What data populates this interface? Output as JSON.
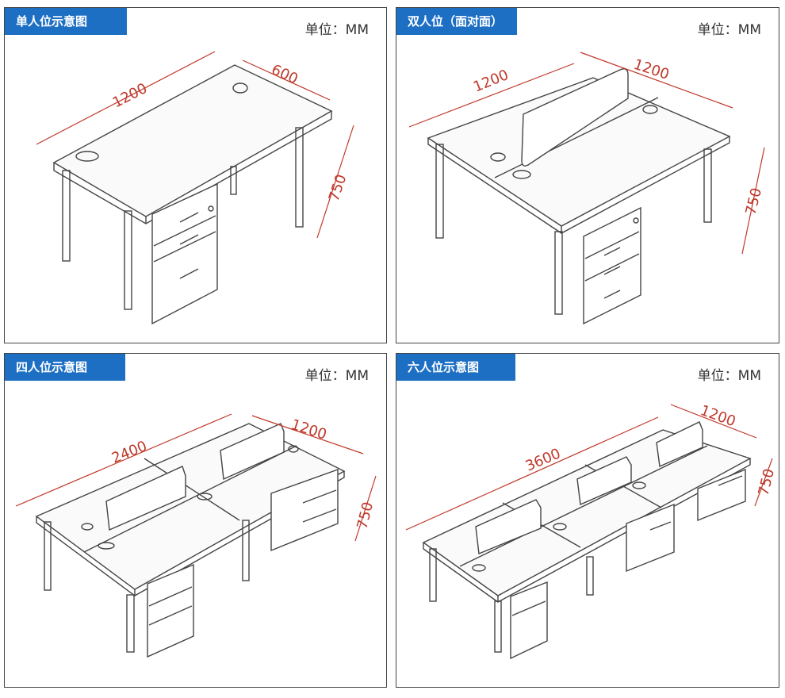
{
  "panels": [
    {
      "title": "单人位示意图",
      "unit": "单位：MM",
      "dims": {
        "length": "1200",
        "depth": "600",
        "height": "750"
      }
    },
    {
      "title": "双人位（面对面）",
      "unit": "单位：MM",
      "dims": {
        "length": "1200",
        "depth": "1200",
        "height": "750"
      }
    },
    {
      "title": "四人位示意图",
      "unit": "单位：MM",
      "dims": {
        "length": "2400",
        "depth": "1200",
        "height": "750"
      }
    },
    {
      "title": "六人位示意图",
      "unit": "单位：MM",
      "dims": {
        "length": "3600",
        "depth": "1200",
        "height": "750"
      }
    }
  ],
  "colors": {
    "label_bg": "#1d6fc4",
    "label_text": "#ffffff",
    "dimension": "#c0392b",
    "line": "#444444"
  }
}
